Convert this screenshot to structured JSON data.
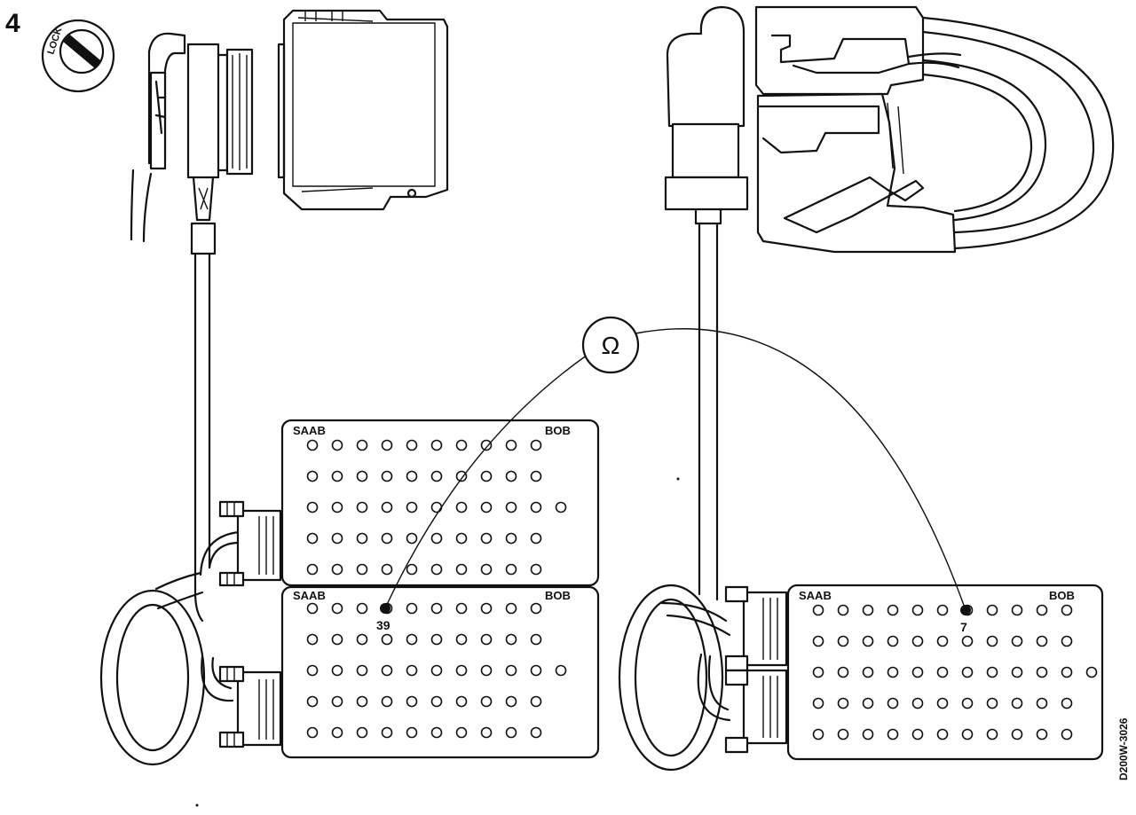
{
  "figure": {
    "step_number": "4",
    "ignition_key_label": "LOCK",
    "meter_symbol": "Ω",
    "drawing_id": "D200W-3026"
  },
  "left_breakout_box": {
    "upper_panel": {
      "brand_label": "SAAB",
      "type_label": "BOB",
      "rows": [
        10,
        10,
        11,
        10,
        10
      ]
    },
    "lower_panel": {
      "brand_label": "SAAB",
      "type_label": "BOB",
      "rows": [
        10,
        10,
        11,
        10,
        10
      ],
      "probe_pin": "39"
    }
  },
  "right_breakout_box": {
    "panel": {
      "brand_label": "SAAB",
      "type_label": "BOB",
      "rows": [
        11,
        11,
        12,
        11,
        11
      ],
      "probe_pin": "7"
    }
  }
}
